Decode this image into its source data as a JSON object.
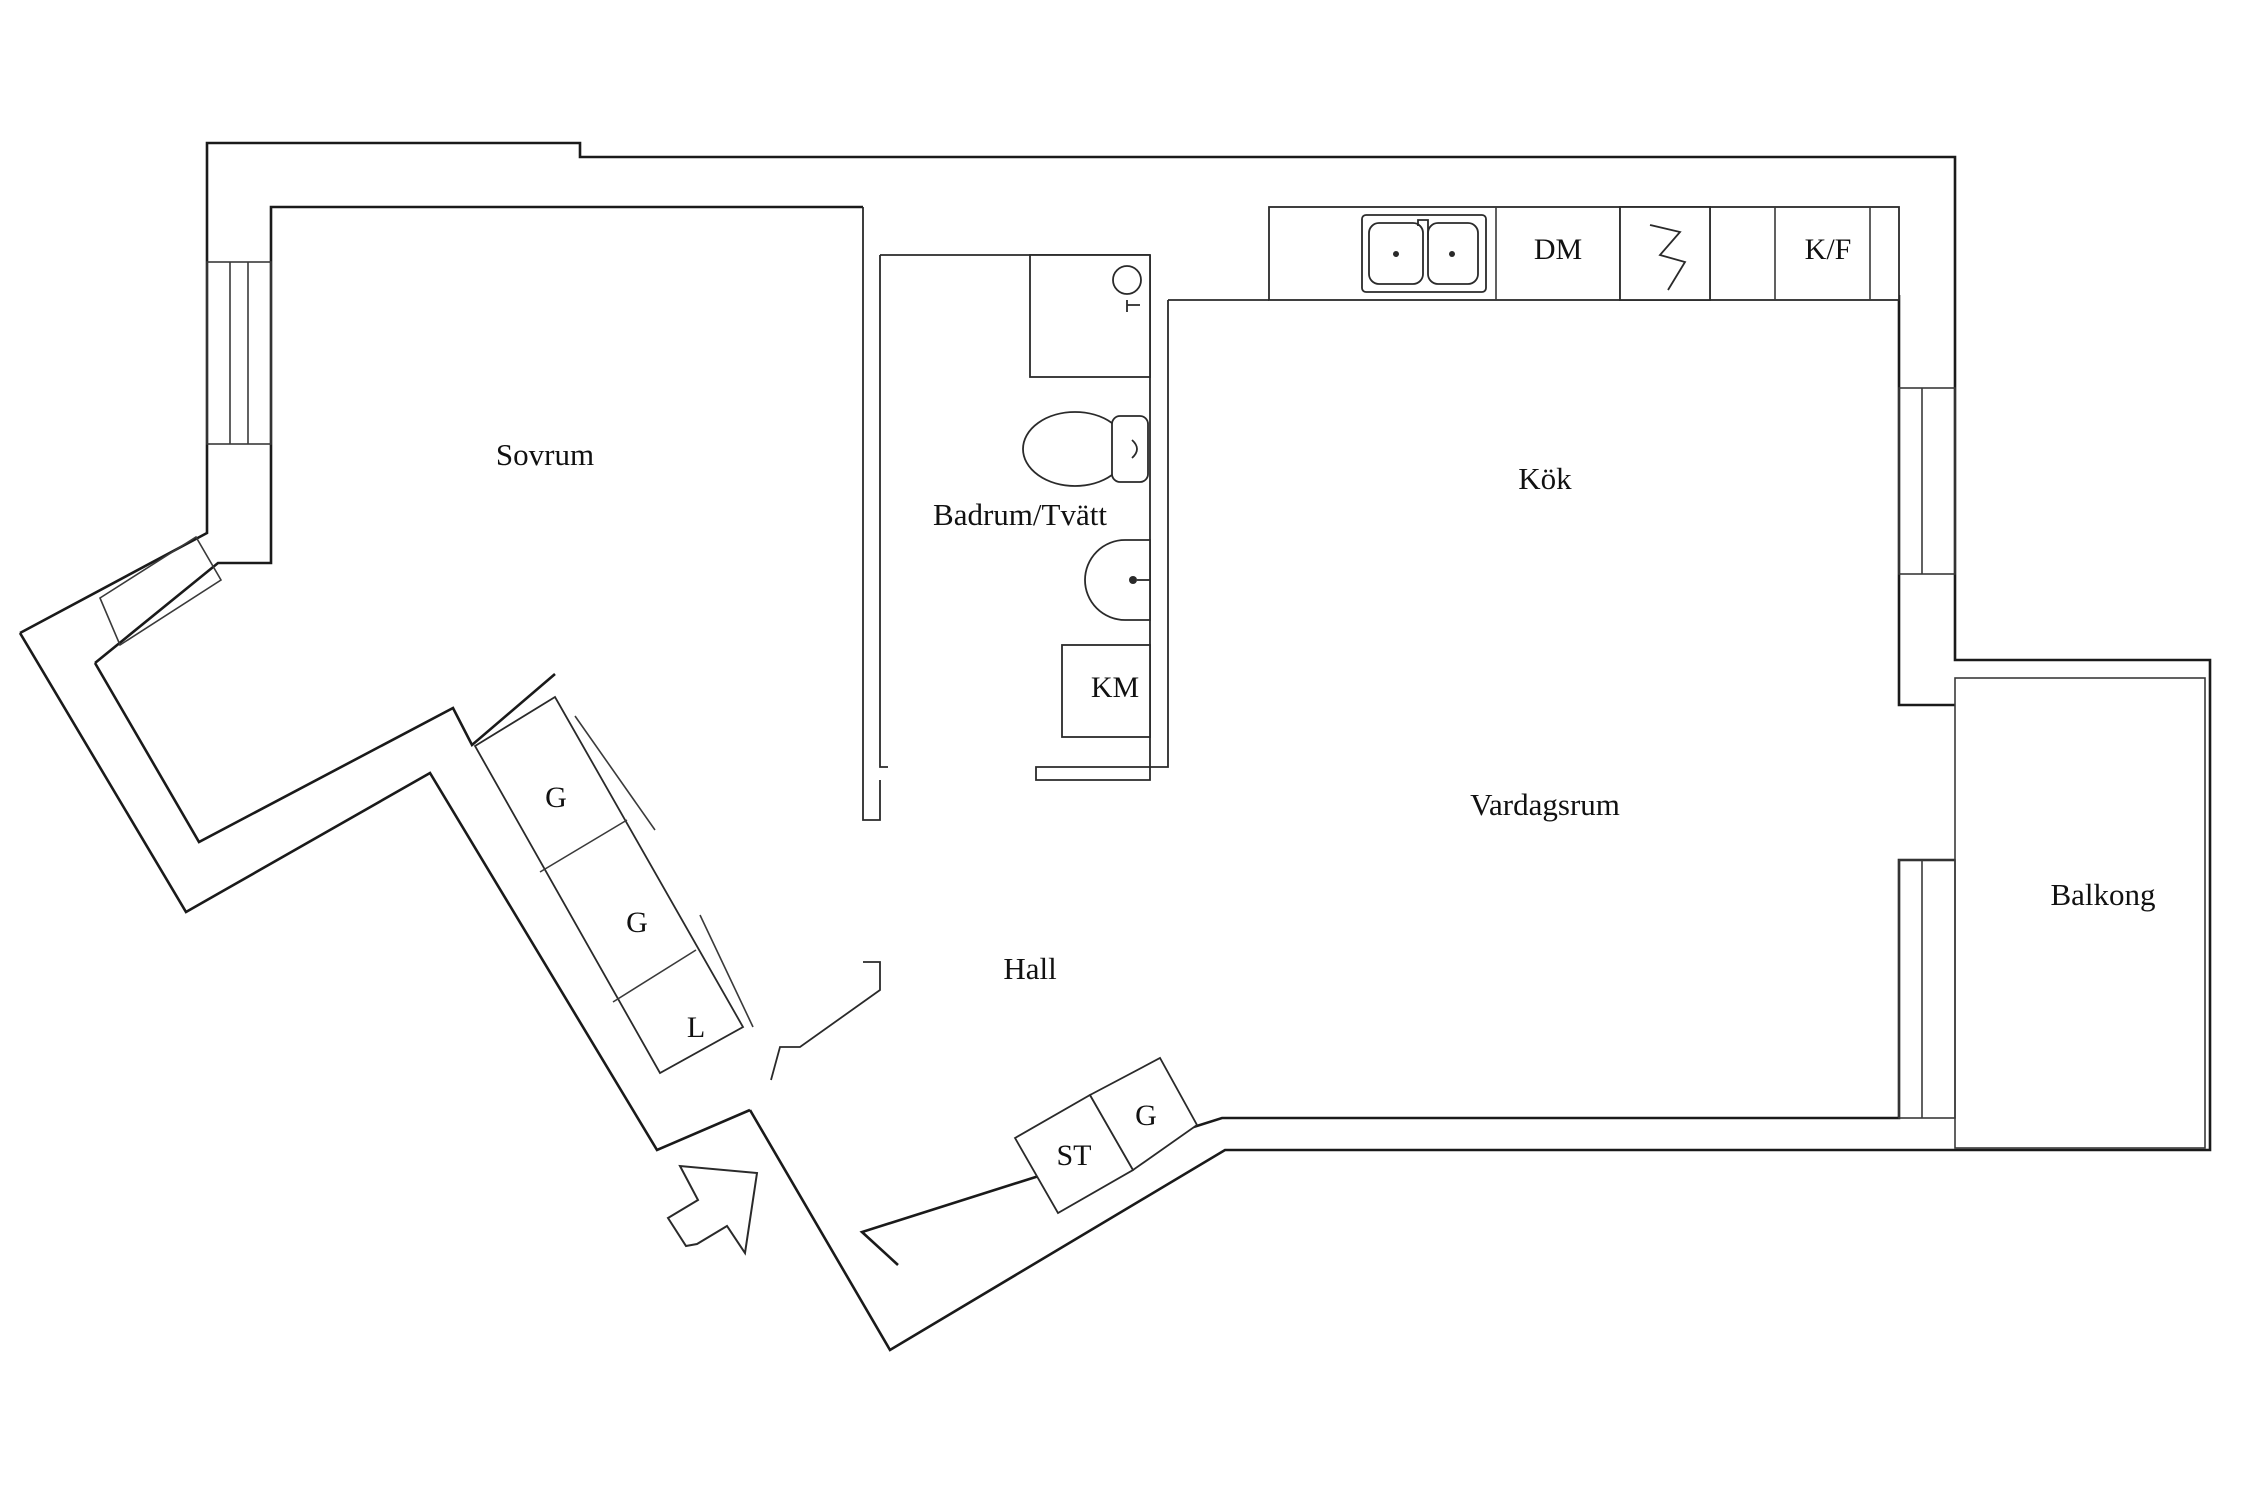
{
  "rooms": {
    "sovrum": "Sovrum",
    "badrum": "Badrum/Tvätt",
    "kok": "Kök",
    "vardagsrum": "Vardagsrum",
    "hall": "Hall",
    "balkong": "Balkong"
  },
  "appliances": {
    "dm": "DM",
    "kf": "K/F",
    "km": "KM",
    "st": "ST",
    "g_hall": "G",
    "g_1": "G",
    "g_2": "G",
    "l": "L"
  },
  "icons": {
    "entrance": "entrance-arrow-icon",
    "sink": "double-sink-icon",
    "stove": "stove-icon",
    "toilet": "toilet-icon",
    "basin": "wash-basin-icon",
    "shower": "shower-icon"
  }
}
